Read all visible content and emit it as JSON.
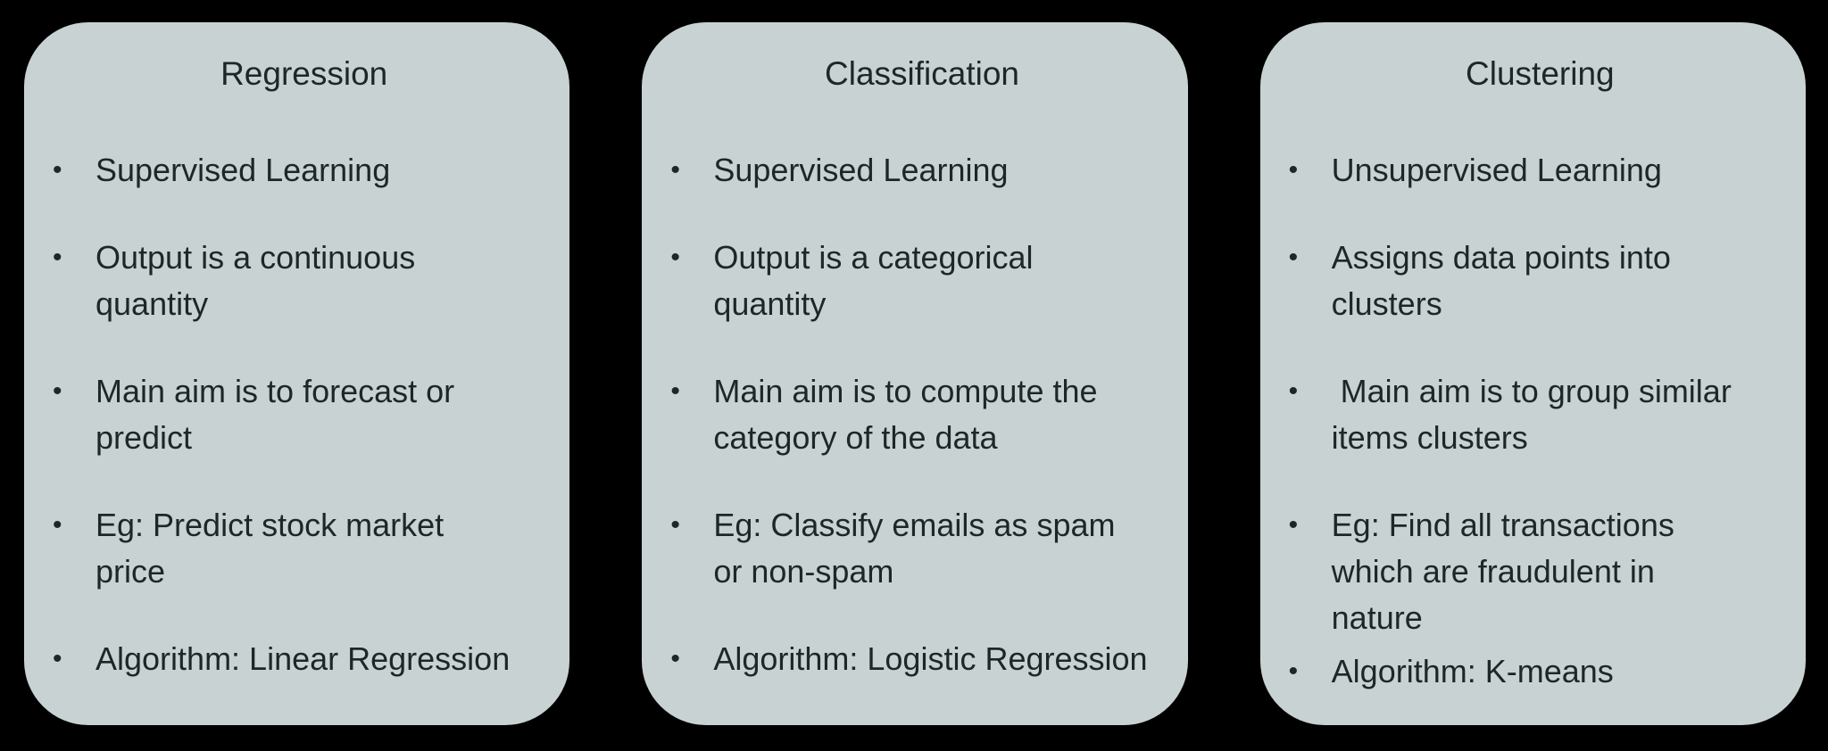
{
  "glyphs": {
    "bullet": "•"
  },
  "colors": {
    "page_background": "#000000",
    "card_background": "#c9d2d2",
    "text": "#1e2727"
  },
  "cards": [
    {
      "title": "Regression",
      "bullets": [
        "Supervised Learning",
        "Output is a continuous quantity",
        "Main aim is to forecast or predict",
        "Eg: Predict stock market price",
        "Algorithm: Linear Regression"
      ]
    },
    {
      "title": "Classification",
      "bullets": [
        "Supervised Learning",
        "Output is a categorical quantity",
        "Main aim is to compute the category of the data",
        "Eg: Classify emails as spam or non-spam",
        "Algorithm: Logistic Regression"
      ]
    },
    {
      "title": "Clustering",
      "bullets": [
        "Unsupervised Learning",
        "Assigns data points into clusters",
        " Main aim is to group similar items clusters",
        "Eg: Find all transactions which are fraudulent in nature",
        "Algorithm: K-means"
      ]
    }
  ]
}
